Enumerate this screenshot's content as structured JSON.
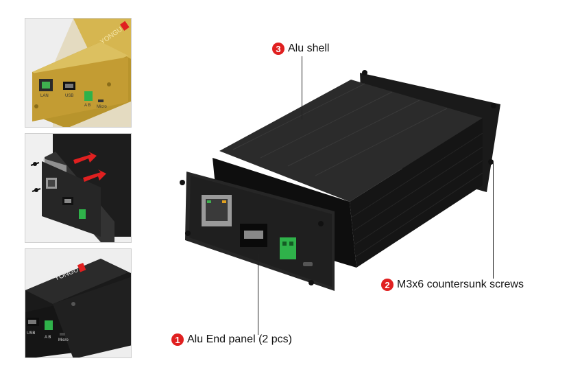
{
  "callouts": [
    {
      "number": "1",
      "label": "Alu End panel (2 pcs)"
    },
    {
      "number": "2",
      "label": "M3x6 countersunk screws"
    },
    {
      "number": "3",
      "label": "Alu shell"
    }
  ],
  "thumb_gold": {
    "brand": "YONGU",
    "port_lan": "LAN",
    "port_usb": "USB",
    "port_ab": "A  B",
    "port_micro": "Micro"
  },
  "thumb_black": {
    "brand": "YONGU",
    "port_usb": "USB",
    "port_ab": "A  B",
    "port_micro": "Micro"
  },
  "colors": {
    "badge": "#e02020",
    "gold": "#c9a53a",
    "aluminium_black": "#1c1c1c",
    "terminal_green": "#2fb24a"
  }
}
